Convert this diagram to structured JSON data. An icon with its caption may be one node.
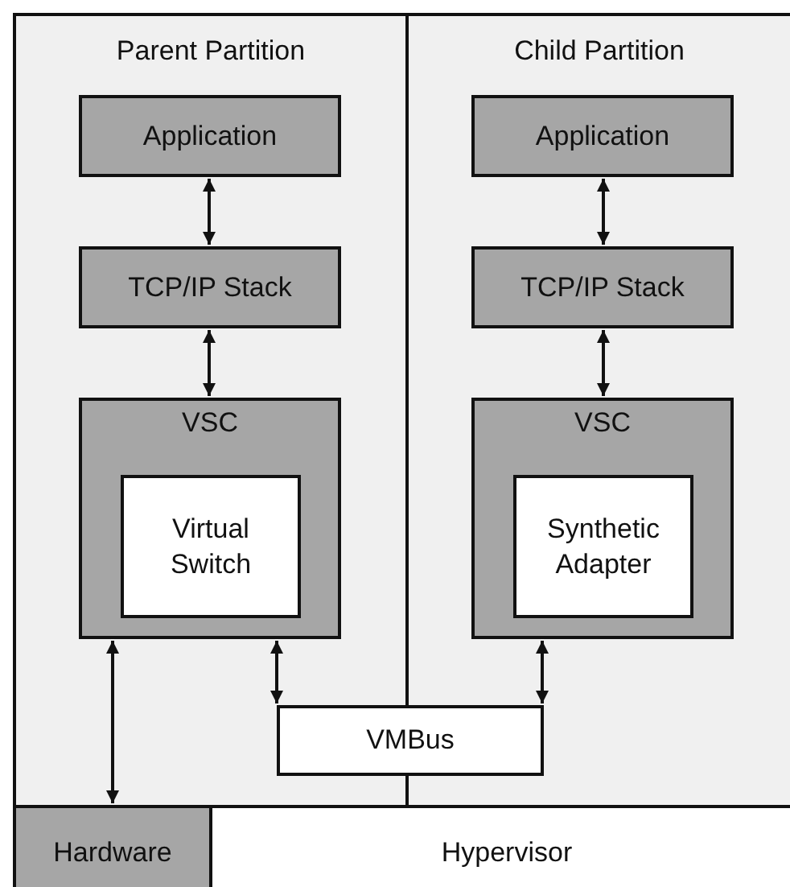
{
  "diagram": {
    "nodes": [
      {
        "text": [
          "Parent Partition"
        ]
      },
      {
        "text": [
          "Application"
        ],
        "in": 0
      },
      {
        "text": [
          "TCP/IP Stack"
        ],
        "in": 0
      },
      {
        "text": [
          "VSC"
        ],
        "in": 0
      },
      {
        "text": [
          "Virtual Switch"
        ],
        "in": 3
      },
      {
        "text": [
          "Child Partition"
        ]
      },
      {
        "text": [
          "Application"
        ],
        "in": 5
      },
      {
        "text": [
          "TCP/IP Stack"
        ],
        "in": 5
      },
      {
        "text": [
          "VSC"
        ],
        "in": 5
      },
      {
        "text": [
          "Synthetic Adapter"
        ],
        "in": 8
      },
      {
        "text": [
          "VMBus"
        ]
      },
      {
        "text": [
          "Hardware"
        ]
      },
      {
        "text": [
          "Hypervisor"
        ]
      }
    ],
    "edges": [
      {
        "from": 1,
        "to": 2,
        "arrow": "both"
      },
      {
        "from": 2,
        "to": 3,
        "arrow": "both"
      },
      {
        "from": 6,
        "to": 7,
        "arrow": "both"
      },
      {
        "from": 7,
        "to": 8,
        "arrow": "both"
      },
      {
        "from": 3,
        "to": 11,
        "arrow": "both"
      },
      {
        "from": 3,
        "to": 10,
        "arrow": "both"
      },
      {
        "from": 8,
        "to": 10,
        "arrow": "both"
      }
    ]
  }
}
